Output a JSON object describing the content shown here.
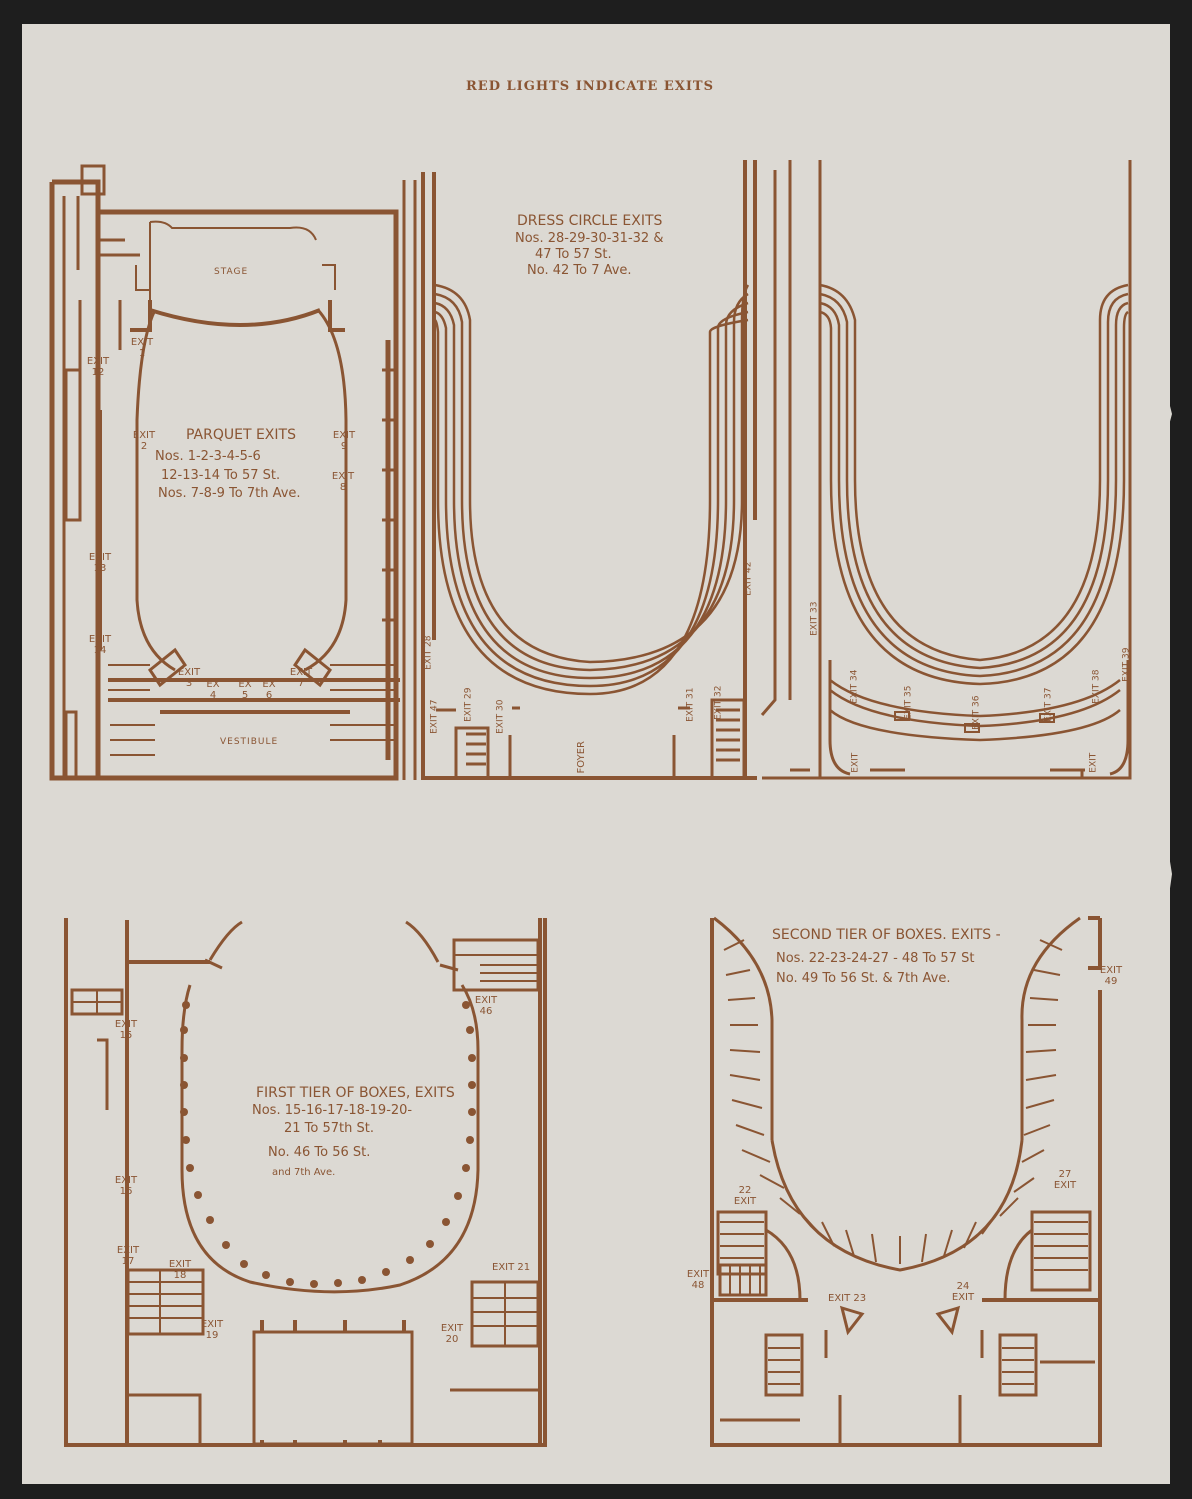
{
  "header": "RED LIGHTS INDICATE EXITS",
  "colors": {
    "ink": "#8a5533",
    "paper": "#dcd9d3",
    "background": "#1e1e1e"
  },
  "parquet": {
    "title": "PARQUET EXITS",
    "lines": [
      "Nos. 1-2-3-4-5-6",
      "12-13-14 To 57 St.",
      "Nos. 7-8-9 To 7th Ave."
    ],
    "stage": "STAGE",
    "vestibule": "VESTIBULE",
    "exits": [
      "EXIT 1",
      "EXIT 2",
      "EXIT 3",
      "EX 4",
      "EX 5",
      "EX 6",
      "EXIT 7",
      "EXIT 8",
      "EXIT 9",
      "EXIT 12",
      "EXIT 13",
      "EXIT 14"
    ]
  },
  "dress_circle": {
    "title": "DRESS CIRCLE EXITS",
    "lines": [
      "Nos. 28-29-30-31-32 &",
      "47 To 57 St.",
      "No. 42 To 7 Ave."
    ],
    "foyer": "FOYER",
    "exits": [
      "EXIT 28",
      "EXIT 29",
      "EXIT 30",
      "EXIT 31",
      "EXIT 32",
      "EXIT 42",
      "EXIT 47",
      "EXIT 33",
      "EXIT 34",
      "EXIT 35",
      "EXIT 36",
      "EXIT 37",
      "EXIT 38",
      "EXIT 39",
      "EXIT",
      "EXIT"
    ]
  },
  "first_tier": {
    "title": "FIRST TIER OF BOXES, EXITS",
    "lines": [
      "Nos. 15-16-17-18-19-20-",
      "21 To 57th St.",
      "No. 46 To 56 St.",
      "and 7th Ave."
    ],
    "exits": [
      "EXIT 15",
      "EXIT 16",
      "EXIT 17",
      "EXIT 18",
      "EXIT 19",
      "EXIT 20",
      "EXIT 21",
      "EXIT 46"
    ]
  },
  "second_tier": {
    "title": "SECOND TIER OF BOXES. EXITS -",
    "lines": [
      "Nos. 22-23-24-27 - 48 To 57 St",
      "No. 49 To 56 St. & 7th Ave."
    ],
    "exits": [
      "22 EXIT",
      "EXIT 23",
      "24 EXIT",
      "27 EXIT",
      "EXIT 48",
      "EXIT 49"
    ]
  }
}
